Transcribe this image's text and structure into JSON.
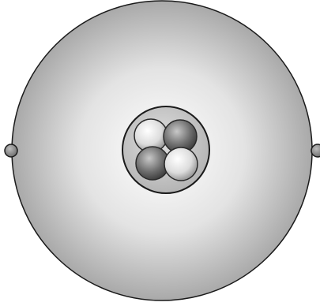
{
  "diagram": {
    "type": "atom-model",
    "colors": {
      "background": "#ffffff",
      "electron_cloud_center": "#ffffff",
      "electron_cloud_edge": "#a9a9a9",
      "outline": "#1a1a1a",
      "nucleus_fill": "#c8c8c8",
      "particle_light": "#f4f4f4",
      "particle_dark": "#4a4a4a",
      "electron_fill": "#8c8c8c"
    },
    "nucleus": {
      "particle_count": 4
    },
    "electrons": {
      "count": 2
    }
  }
}
